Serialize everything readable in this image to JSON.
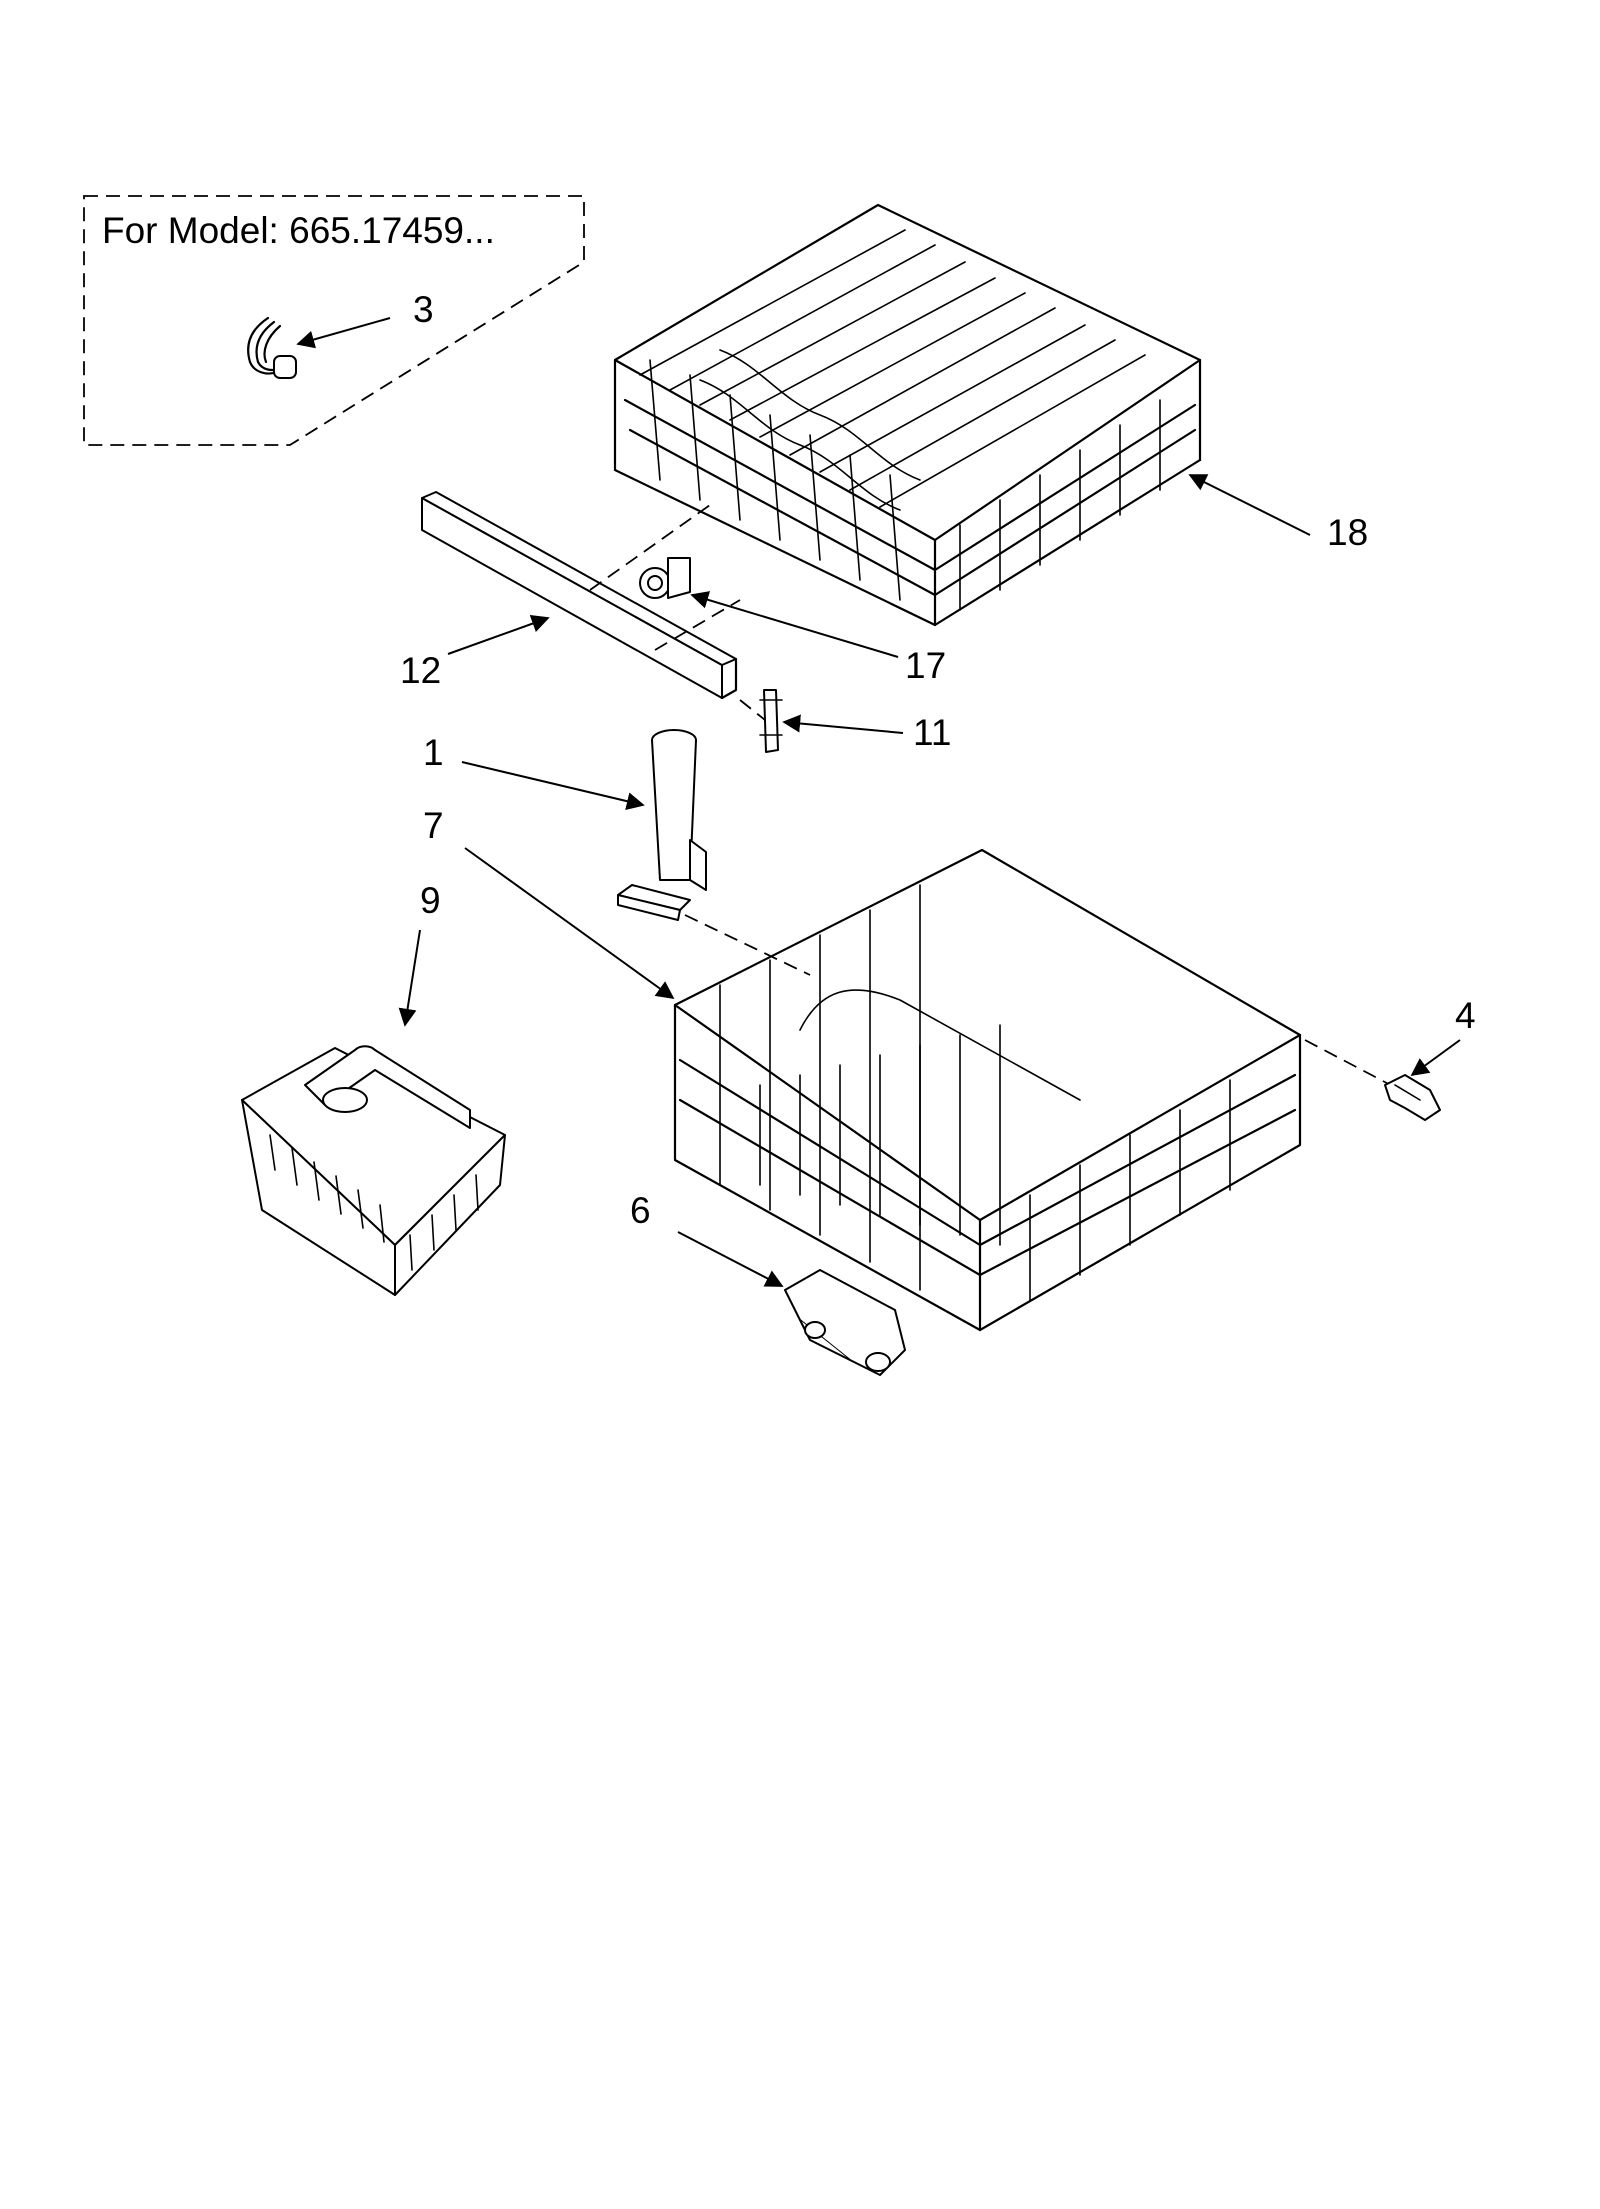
{
  "model_note": "For Model: 665.17459...",
  "callouts": [
    "3",
    "18",
    "17",
    "12",
    "11",
    "1",
    "7",
    "9",
    "4",
    "6"
  ],
  "parts": [
    {
      "ref": "1",
      "icon": "rack-post-icon"
    },
    {
      "ref": "3",
      "icon": "wire-clip-icon"
    },
    {
      "ref": "4",
      "icon": "roller-clip-icon"
    },
    {
      "ref": "6",
      "icon": "roller-assembly-icon"
    },
    {
      "ref": "7",
      "icon": "lower-rack-icon"
    },
    {
      "ref": "9",
      "icon": "silverware-basket-icon"
    },
    {
      "ref": "11",
      "icon": "end-cap-icon"
    },
    {
      "ref": "12",
      "icon": "rack-track-icon"
    },
    {
      "ref": "17",
      "icon": "rack-roller-icon"
    },
    {
      "ref": "18",
      "icon": "upper-rack-icon"
    }
  ]
}
